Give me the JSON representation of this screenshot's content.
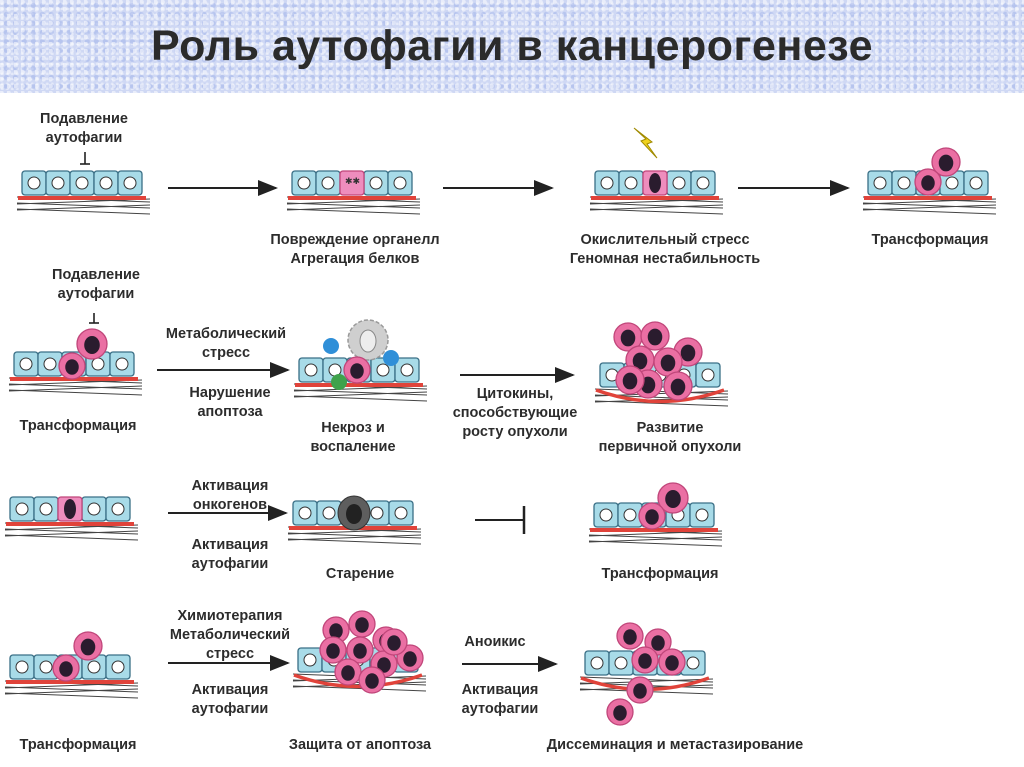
{
  "title": "Роль аутофагии в канцерогенезе",
  "rows": [
    {
      "labels": {
        "suppress": "Подавление\nаутофагии",
        "damage": "Повреждение органелл\nАгрегация белков",
        "oxidative": "Окислительный стресс\nГеномная нестабильность",
        "transform": "Трансформация"
      }
    },
    {
      "labels": {
        "suppress": "Подавление\nаутофагии",
        "transform": "Трансформация",
        "metabolic": "Метаболический\nстресс",
        "apoptosis": "Нарушение\nапоптоза",
        "necrosis": "Некроз и\nвоспаление",
        "cytokines": "Цитокины,\nспособствующие\nросту опухоли",
        "primary": "Развитие\nпервичной опухоли"
      }
    },
    {
      "labels": {
        "oncogenes": "Активация\nонкогенов",
        "autophagy": "Активация\nаутофагии",
        "senescence": "Старение",
        "transform": "Трансформация"
      }
    },
    {
      "labels": {
        "chemo": "Химиотерапия\nМетаболический\nстресс",
        "autophagy1": "Активация\nаутофагии",
        "transform": "Трансформация",
        "protection": "Защита от апоптоза",
        "anoikis": "Аноикис",
        "autophagy2": "Активация\nаутофагии",
        "dissemination": "Диссеминация и метастазирование"
      }
    }
  ],
  "colors": {
    "epithelium": "#a8dbe8",
    "cell_border": "#3a6f86",
    "membrane": "#e0433a",
    "tumor": "#ea6fa3",
    "nucleus": "#2a1c2e",
    "fiber": "#444444"
  },
  "icons": [
    "inhibition-icon",
    "lightning-icon",
    "arrow-icon",
    "blunt-arrow-icon"
  ]
}
